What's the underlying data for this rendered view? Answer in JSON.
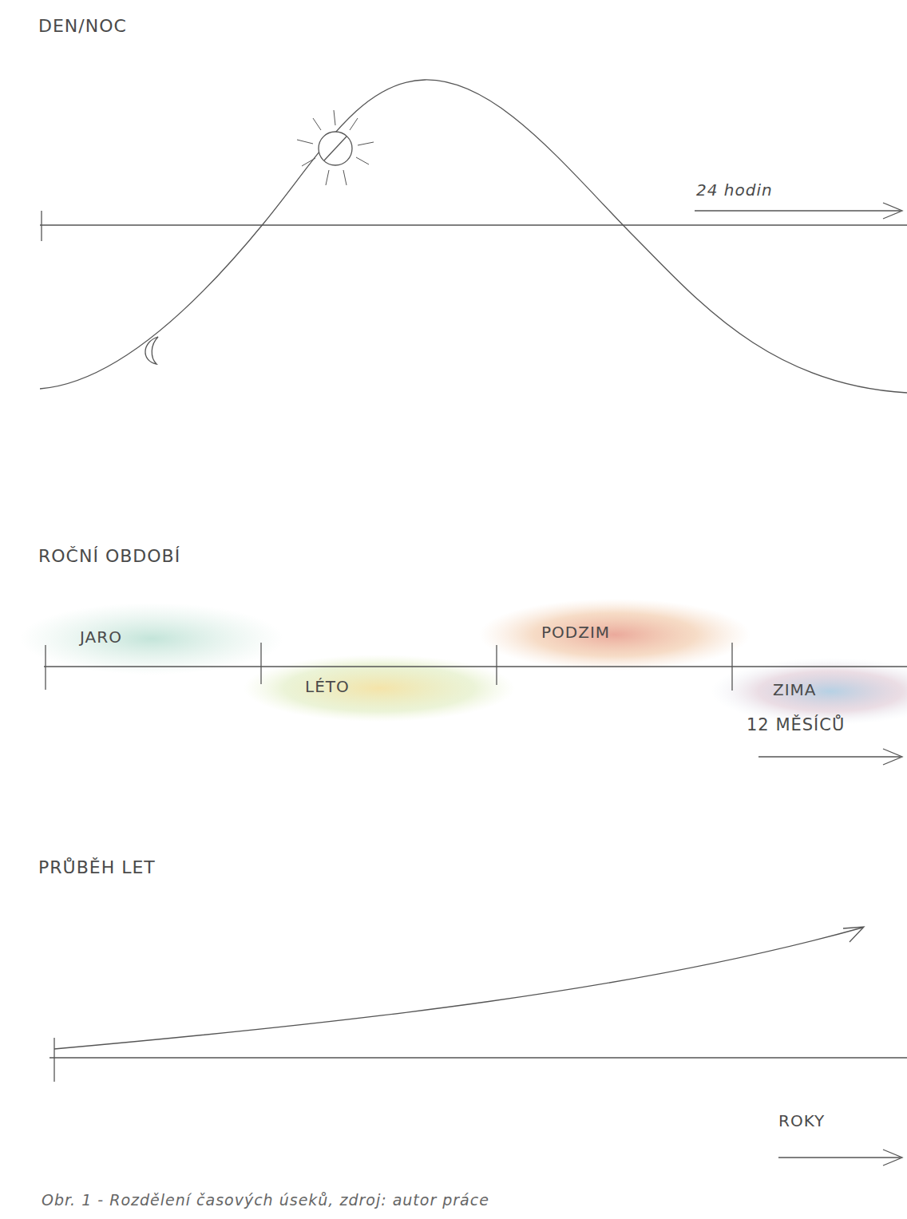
{
  "diagram": {
    "caption": "Obr. 1 - Rozdělení časových úseků, zdroj: autor práce",
    "labels": [
      "DEN/NOC",
      "24 hodin",
      "ROČNÍ OBDOBÍ",
      "JARO",
      "LÉTO",
      "PODZIM",
      "ZIMA",
      "12 MĚSÍCŮ",
      "PRŮBĚH LET",
      "ROKY"
    ]
  }
}
